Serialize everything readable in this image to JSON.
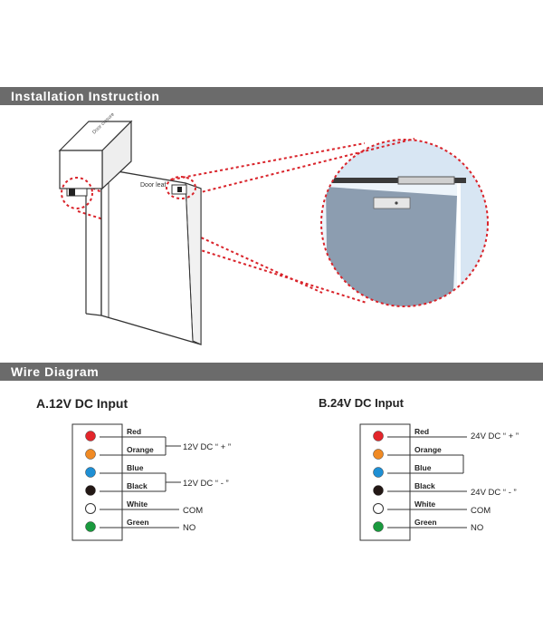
{
  "sections": {
    "installation": {
      "title": "Installation Instruction"
    },
    "wire": {
      "title": "Wire Diagram"
    }
  },
  "illustration": {
    "device_text": "Door closure",
    "door_label": "Door leaf"
  },
  "colors": {
    "red": "#e3262b",
    "orange": "#f08a24",
    "blue": "#1e8fd4",
    "black": "#231815",
    "white": "#ffffff",
    "green": "#1a9a3e",
    "dash": "#d9232a",
    "band": "#6b6b6b",
    "zoom_bg": "#d8e6f3",
    "zoom_door": "#8c9db0"
  },
  "diagram_a": {
    "title": "A.12V DC Input",
    "wires": [
      {
        "label": "Red",
        "color": "red"
      },
      {
        "label": "Orange",
        "color": "orange"
      },
      {
        "label": "Blue",
        "color": "blue"
      },
      {
        "label": "Black",
        "color": "black"
      },
      {
        "label": "White",
        "color": "white"
      },
      {
        "label": "Green",
        "color": "green"
      }
    ],
    "notes": {
      "plus": "12V DC “ + ”",
      "minus": "12V DC “ - ”",
      "com": "COM",
      "no": "NO"
    }
  },
  "diagram_b": {
    "title": "B.24V DC Input",
    "wires": [
      {
        "label": "Red",
        "color": "red"
      },
      {
        "label": "Orange",
        "color": "orange"
      },
      {
        "label": "Blue",
        "color": "blue"
      },
      {
        "label": "Black",
        "color": "black"
      },
      {
        "label": "White",
        "color": "white"
      },
      {
        "label": "Green",
        "color": "green"
      }
    ],
    "notes": {
      "plus": "24V DC “ + ”",
      "minus": "24V DC “ - ”",
      "com": "COM",
      "no": "NO"
    }
  }
}
